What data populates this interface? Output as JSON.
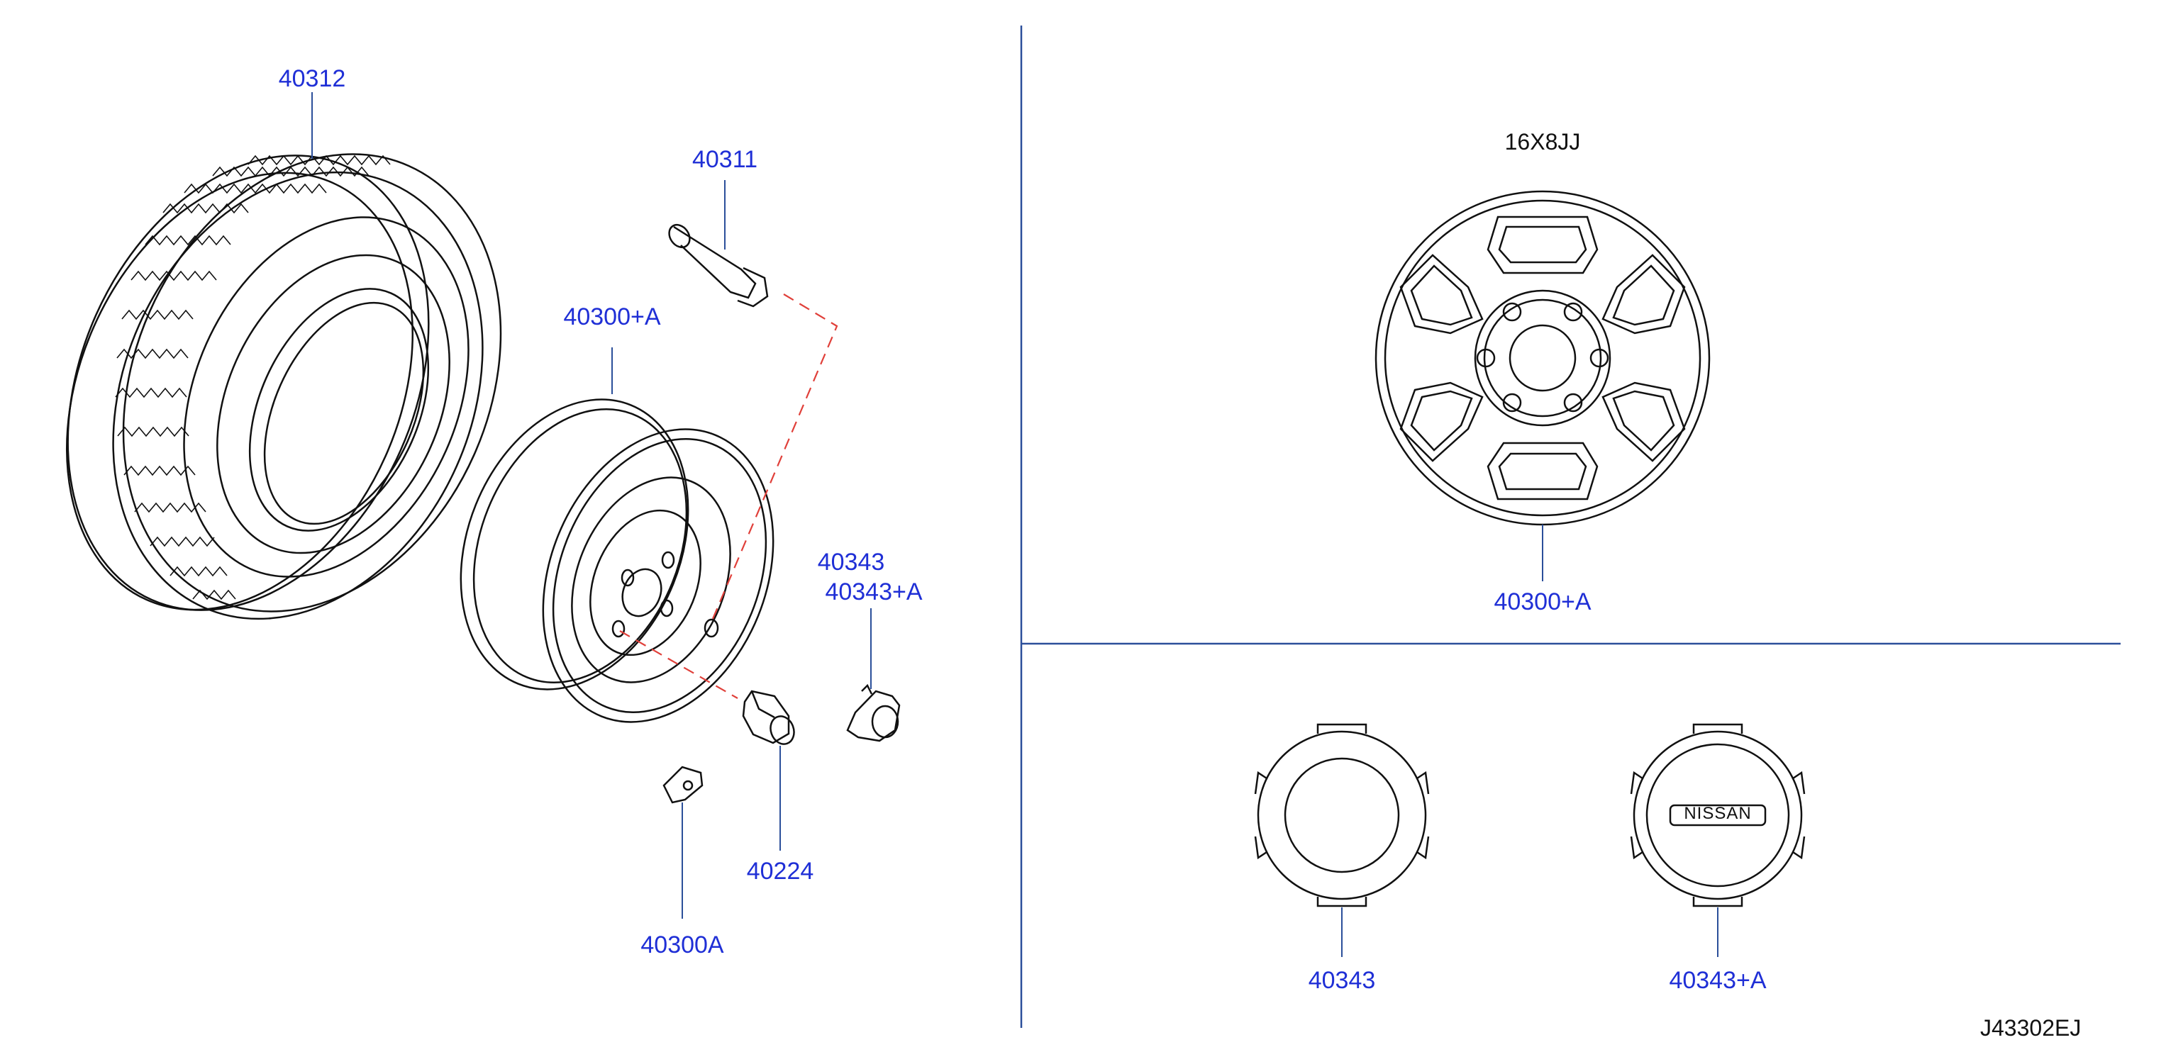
{
  "diagram": {
    "callouts": {
      "tire": "40312",
      "valve": "40311",
      "wheel_left": "40300+A",
      "cap_pair_1": "40343",
      "cap_pair_2": "40343+A",
      "nut": "40224",
      "weight": "40300A",
      "wheel_right": "40300+A",
      "cap_plain": "40343",
      "cap_logo": "40343+A"
    },
    "wheel_size": "16X8JJ",
    "logo_text": "NISSAN",
    "drawing_id": "J43302EJ",
    "colors": {
      "callout": "#1f2fd6",
      "line": "#111111",
      "divider": "#2b4f9a",
      "dash": "#e0403a"
    }
  }
}
